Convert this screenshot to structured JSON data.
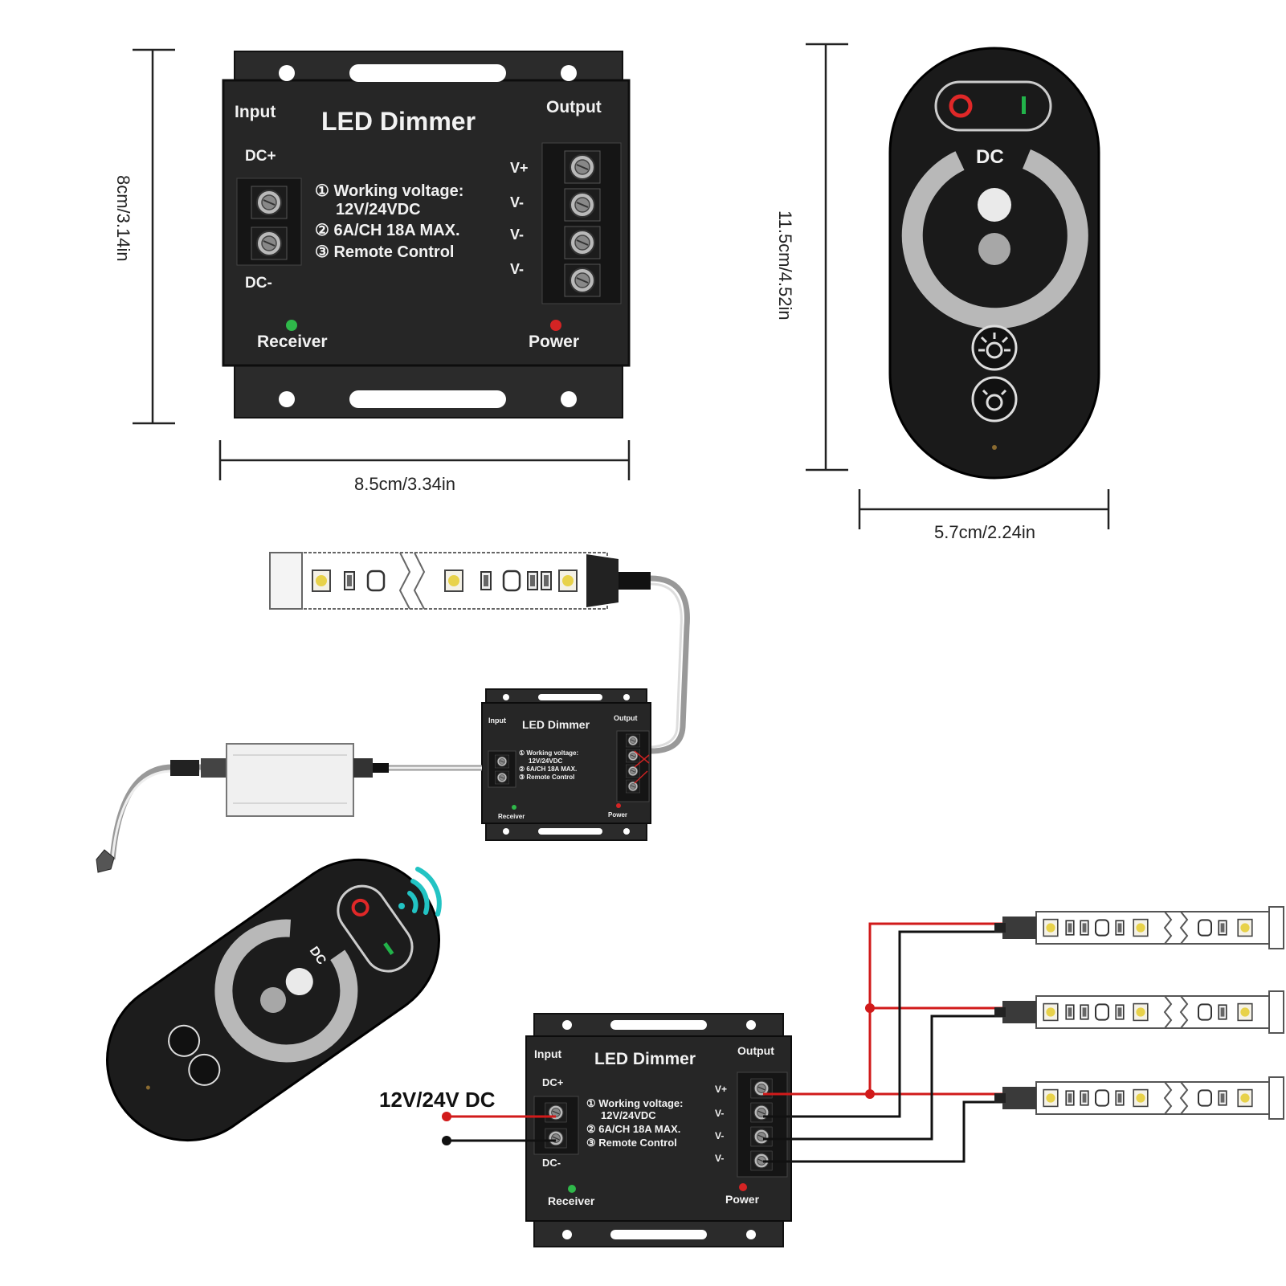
{
  "dimmer": {
    "title": "LED Dimmer",
    "input_label": "Input",
    "output_label": "Output",
    "dc_plus": "DC+",
    "dc_minus": "DC-",
    "v_plus": "V+",
    "v_minus": "V-",
    "spec_1a": "① Working voltage:",
    "spec_1b": "12V/24VDC",
    "spec_2": "② 6A/CH  18A MAX.",
    "spec_3": "③ Remote Control",
    "receiver_label": "Receiver",
    "power_label": "Power"
  },
  "remote": {
    "dc_label": "DC",
    "on_off_icon": "power-toggle-icon",
    "brightness_up_icon": "bulb-bright-icon",
    "brightness_down_icon": "bulb-dim-icon"
  },
  "dimensions": {
    "dimmer_height": "8cm/3.14in",
    "dimmer_width": "8.5cm/3.34in",
    "remote_height": "11.5cm/4.52in",
    "remote_width": "5.7cm/2.24in"
  },
  "wiring": {
    "supply_label": "12V/24V DC",
    "positive_color": "#d11a1a",
    "negative_color": "#111111",
    "signal_icon": "wireless-signal-icon",
    "signal_color": "#22c3c3"
  }
}
